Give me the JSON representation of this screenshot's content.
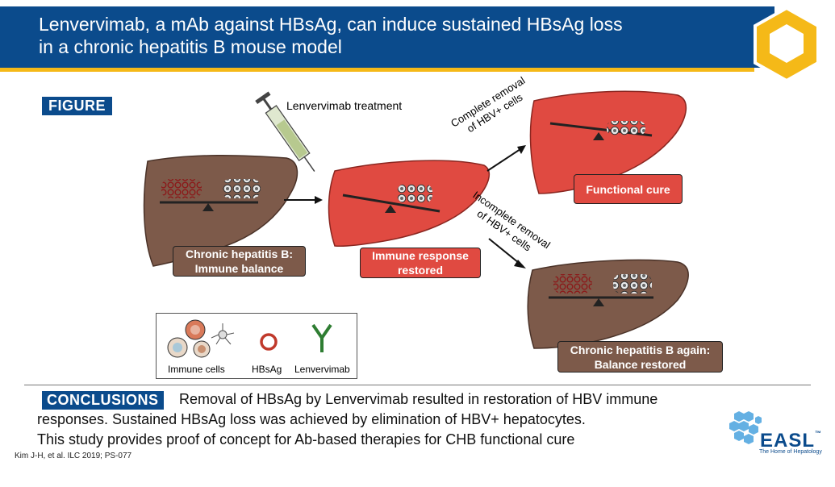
{
  "header": {
    "title_line1": "Lenvervimab, a mAb against HBsAg, can induce sustained HBsAg loss",
    "title_line2": "in a chronic hepatitis B mouse model"
  },
  "figure": {
    "label": "FIGURE",
    "treatment_label": "Lenvervimab treatment",
    "arrow_up_line1": "Complete removal",
    "arrow_up_line2": "of HBV+ cells",
    "arrow_down_line1": "Incomplete removal",
    "arrow_down_line2": "of HBV+ cells",
    "box_chronic_line1": "Chronic hepatitis B:",
    "box_chronic_line2": "Immune balance",
    "box_restored_line1": "Immune response",
    "box_restored_line2": "restored",
    "box_functional": "Functional cure",
    "box_again_line1": "Chronic hepatitis B again:",
    "box_again_line2": "Balance restored",
    "legend": {
      "immune_cells": "Immune cells",
      "hbsag": "HBsAg",
      "lenvervimab": "Lenvervimab"
    },
    "colors": {
      "liver_brown": "#7d5a4a",
      "liver_red": "#e04a41",
      "brand_blue": "#0b4b8c",
      "accent_yellow": "#f5b918"
    }
  },
  "conclusions": {
    "label": "CONCLUSIONS",
    "line1": "Removal of HBsAg by Lenvervimab resulted in restoration of HBV immune",
    "line2": "responses. Sustained HBsAg loss was achieved by elimination of HBV+ hepatocytes.",
    "line3": "This study provides proof of concept for Ab-based therapies for CHB functional cure"
  },
  "citation": "Kim J-H, et al. ILC 2019; PS-077",
  "logo": {
    "name": "EASL",
    "tm": "™",
    "tagline": "The Home of Hepatology"
  }
}
